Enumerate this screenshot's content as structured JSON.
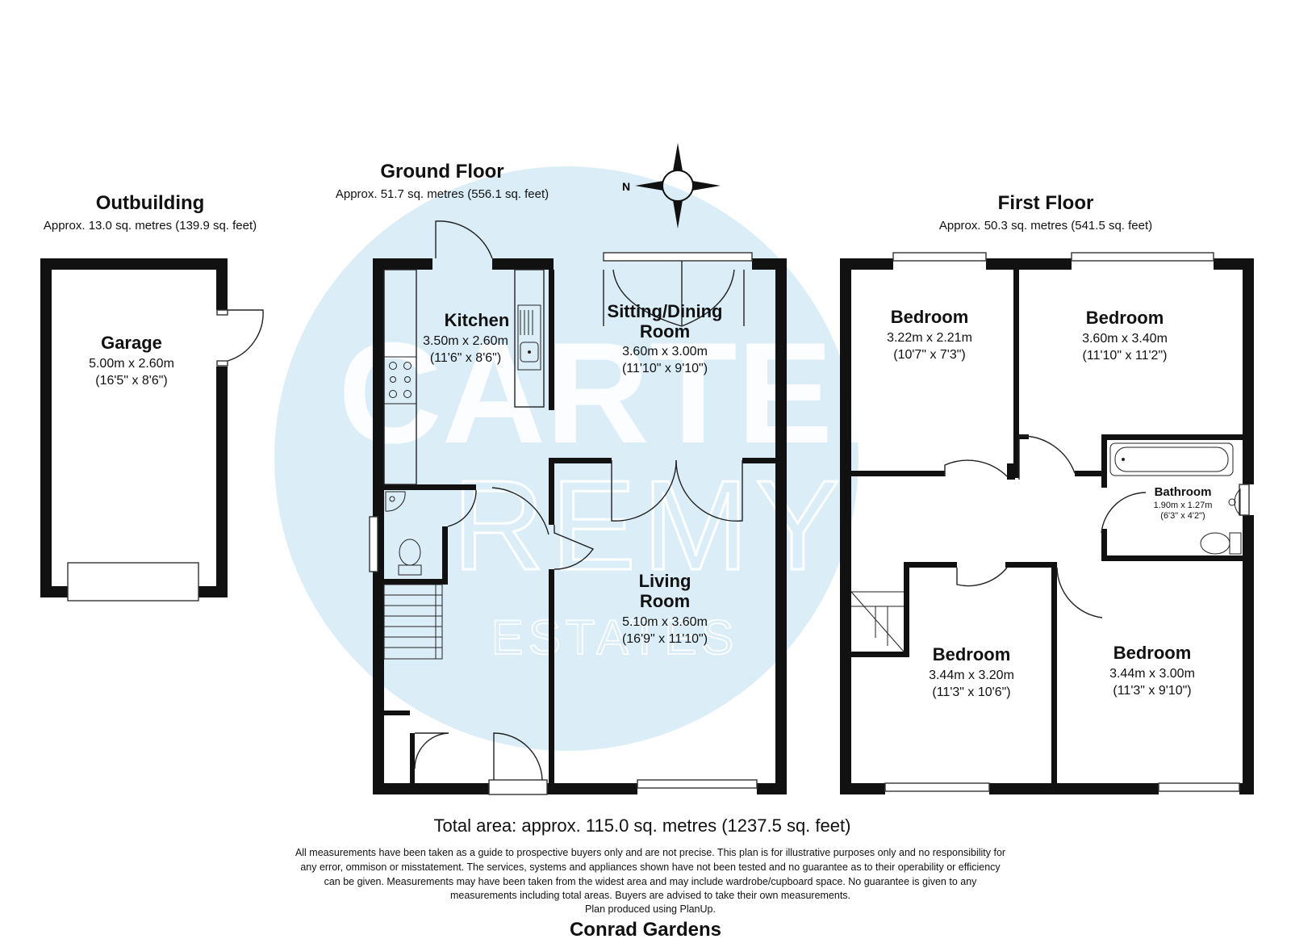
{
  "watermark": {
    "line1": "CARTER",
    "line2": "REMY",
    "line3": "ESTATES",
    "circle_color": "#dbeef8"
  },
  "compass": {
    "north_label": "N"
  },
  "outbuilding": {
    "title": "Outbuilding",
    "area": "Approx. 13.0 sq. metres (139.9 sq. feet)",
    "rooms": [
      {
        "name": "Garage",
        "metric": "5.00m x 2.60m",
        "imperial": "(16'5\" x 8'6\")"
      }
    ]
  },
  "ground_floor": {
    "title": "Ground Floor",
    "area": "Approx. 51.7 sq. metres (556.1 sq. feet)",
    "rooms": [
      {
        "name": "Kitchen",
        "metric": "3.50m x 2.60m",
        "imperial": "(11'6\" x 8'6\")"
      },
      {
        "name": "Sitting/Dining",
        "name2": "Room",
        "metric": "3.60m x 3.00m",
        "imperial": "(11'10\" x 9'10\")"
      },
      {
        "name": "Living",
        "name2": "Room",
        "metric": "5.10m x 3.60m",
        "imperial": "(16'9\" x 11'10\")"
      }
    ]
  },
  "first_floor": {
    "title": "First Floor",
    "area": "Approx. 50.3 sq. metres (541.5 sq. feet)",
    "rooms": [
      {
        "name": "Bedroom",
        "metric": "3.22m x 2.21m",
        "imperial": "(10'7\" x 7'3\")"
      },
      {
        "name": "Bedroom",
        "metric": "3.60m x 3.40m",
        "imperial": "(11'10\" x 11'2\")"
      },
      {
        "name": "Bathroom",
        "metric": "1.90m x 1.27m",
        "imperial": "(6'3\" x 4'2\")"
      },
      {
        "name": "Bedroom",
        "metric": "3.44m x 3.20m",
        "imperial": "(11'3\" x 10'6\")"
      },
      {
        "name": "Bedroom",
        "metric": "3.44m x 3.00m",
        "imperial": "(11'3\" x 9'10\")"
      }
    ]
  },
  "total_area": "Total area: approx. 115.0 sq. metres (1237.5 sq. feet)",
  "disclaimer": [
    "All measurements have been taken as a guide to prospective buyers only and are not precise. This plan is for illustrative purposes only and no responsibility for",
    "any error, ommison or misstatement. The services, systems and appliances shown have not been tested and no guarantee as to their operability or efficiency",
    "can be given. Measurements may have been taken from the widest area and may include wardrobe/cupboard space. No guarantee is given to any",
    "measurements including total areas. Buyers are advised to take their own measurements.",
    "Plan produced using PlanUp."
  ],
  "address": "Conrad Gardens"
}
